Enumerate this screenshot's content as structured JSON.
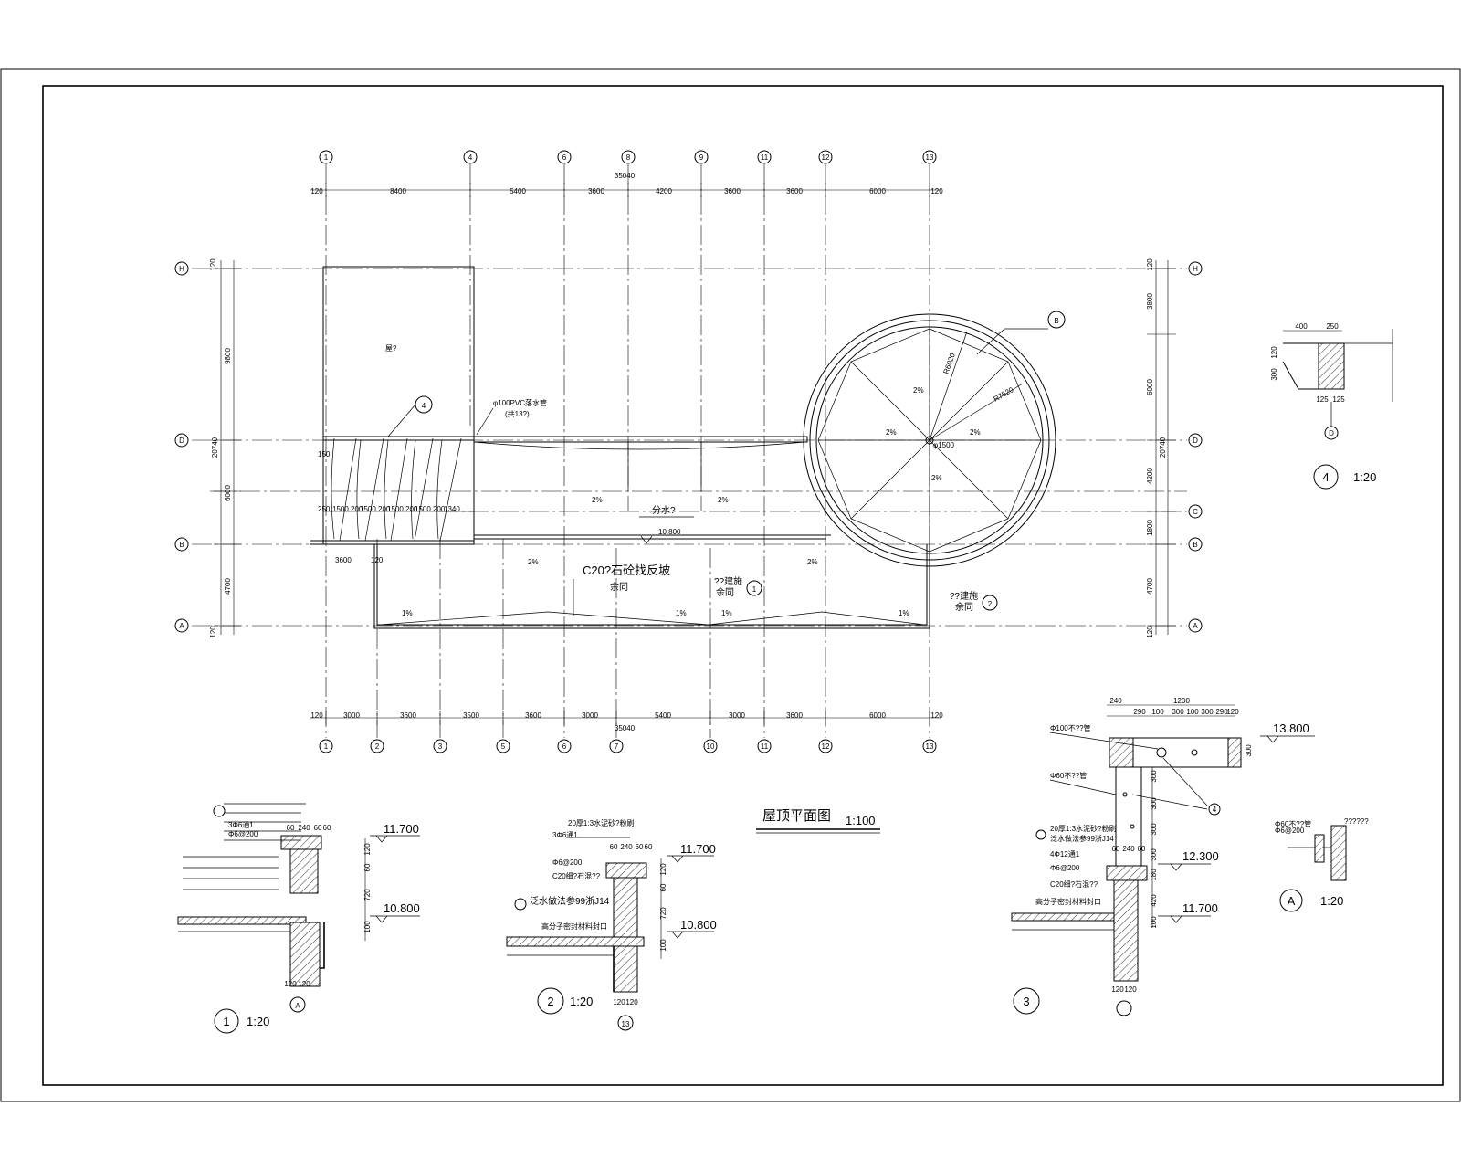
{
  "drawing": {
    "title": "屋顶平面图",
    "title_scale": "1:100",
    "grid_top": [
      "1",
      "4",
      "6",
      "8",
      "9",
      "11",
      "12",
      "13"
    ],
    "grid_bottom": [
      "1",
      "2",
      "3",
      "5",
      "6",
      "7",
      "10",
      "11",
      "12",
      "13"
    ],
    "grid_left": [
      "H",
      "D",
      "B",
      "A"
    ],
    "grid_right": [
      "H",
      "D",
      "C",
      "B",
      "A"
    ],
    "dim_top_total": "35040",
    "dim_top": [
      "120",
      "8400",
      "5400",
      "3600",
      "4200",
      "3600",
      "3600",
      "6000",
      "120"
    ],
    "dim_bottom": [
      "120",
      "3000",
      "3600",
      "3500",
      "3600",
      "3000",
      "5400",
      "3000",
      "3600",
      "6000",
      "120"
    ],
    "dim_bottom_total": "35040",
    "dim_left": [
      "120",
      "9800",
      "20740",
      "6000",
      "4700",
      "120"
    ],
    "dim_right": [
      "120",
      "3800",
      "6000",
      "20740",
      "4200",
      "1800",
      "4700",
      "120"
    ],
    "labels": {
      "room": "屋?",
      "downpipe": "φ100PVC落水管",
      "downpipe_count": "(共13?)",
      "slope": "2%",
      "slope_1": "1%",
      "ridge": "分水?",
      "level_roof": "10.800",
      "screed": "C20?石砼找反坡",
      "same": "余同",
      "detail_ref": "??建施",
      "r6020": "R6020",
      "r7520": "R7520",
      "d1500": "φ1500",
      "dim_3600b": "3600",
      "dim_120b": "120",
      "dim_150": "150",
      "strip": [
        "250",
        "1500",
        "200",
        "1500",
        "200",
        "1500",
        "200",
        "1500",
        "200",
        "1340"
      ],
      "b_bubble": "B",
      "d4_bubble": "4",
      "s1": "1",
      "s2": "2"
    },
    "detail1": {
      "num": "1",
      "scale": "1:20",
      "lev_top": "11.700",
      "lev_bot": "10.800",
      "rebar_a": "3Φ6通1",
      "rebar_b": "Φ6@200",
      "dims": [
        "60",
        "240",
        "60",
        "60"
      ],
      "heights": [
        "120",
        "60",
        "720",
        "100"
      ],
      "base": [
        "120",
        "120"
      ],
      "axis": "A"
    },
    "detail2": {
      "num": "2",
      "scale": "1:20",
      "lev_top": "11.700",
      "lev_bot": "10.800",
      "note_top": "20厚1:3水泥砂?粉刷",
      "rebar_a": "3Φ6通1",
      "rebar_b": "Φ6@200",
      "note_c": "C20细?石混??",
      "note_waterproof": "泛水做法参99浙J14",
      "note_seal": "高分子密封材料封口",
      "dims": [
        "60",
        "240",
        "60",
        "60"
      ],
      "heights": [
        "120",
        "60",
        "720",
        "100"
      ],
      "base": [
        "120",
        "120"
      ],
      "axis": "13"
    },
    "detail3": {
      "num": "3",
      "lev_a": "13.800",
      "lev_b": "12.300",
      "lev_c": "11.700",
      "pipe_a": "Φ100不??管",
      "pipe_b": "Φ60不??管",
      "note_a": "20厚1:3水泥砂?粉刷",
      "note_b": "泛水做法参99浙J14",
      "rebar_a": "4Φ12通1",
      "rebar_b": "Φ6@200",
      "note_c": "C20细?石混??",
      "note_seal": "高分子密封材料封口",
      "dims_top": [
        "240",
        "1200"
      ],
      "dims_sub": [
        "290",
        "100",
        "300",
        "100",
        "300",
        "290",
        "120"
      ],
      "heights": [
        "300",
        "300",
        "300",
        "300",
        "180",
        "420",
        "100"
      ],
      "dims_cap": [
        "60",
        "240",
        "60"
      ],
      "h300": "300",
      "base": [
        "120",
        "120"
      ],
      "marker": "4"
    },
    "detail4": {
      "num": "4",
      "scale": "1:20",
      "dims": [
        "400",
        "250"
      ],
      "heights": [
        "120",
        "300"
      ],
      "base": [
        "125",
        "125"
      ],
      "axis": "D"
    },
    "detailA": {
      "num": "A",
      "scale": "1:20",
      "rebar_a": "Φ60不??管",
      "rebar_b": "Φ6@200",
      "note": "??????"
    }
  }
}
